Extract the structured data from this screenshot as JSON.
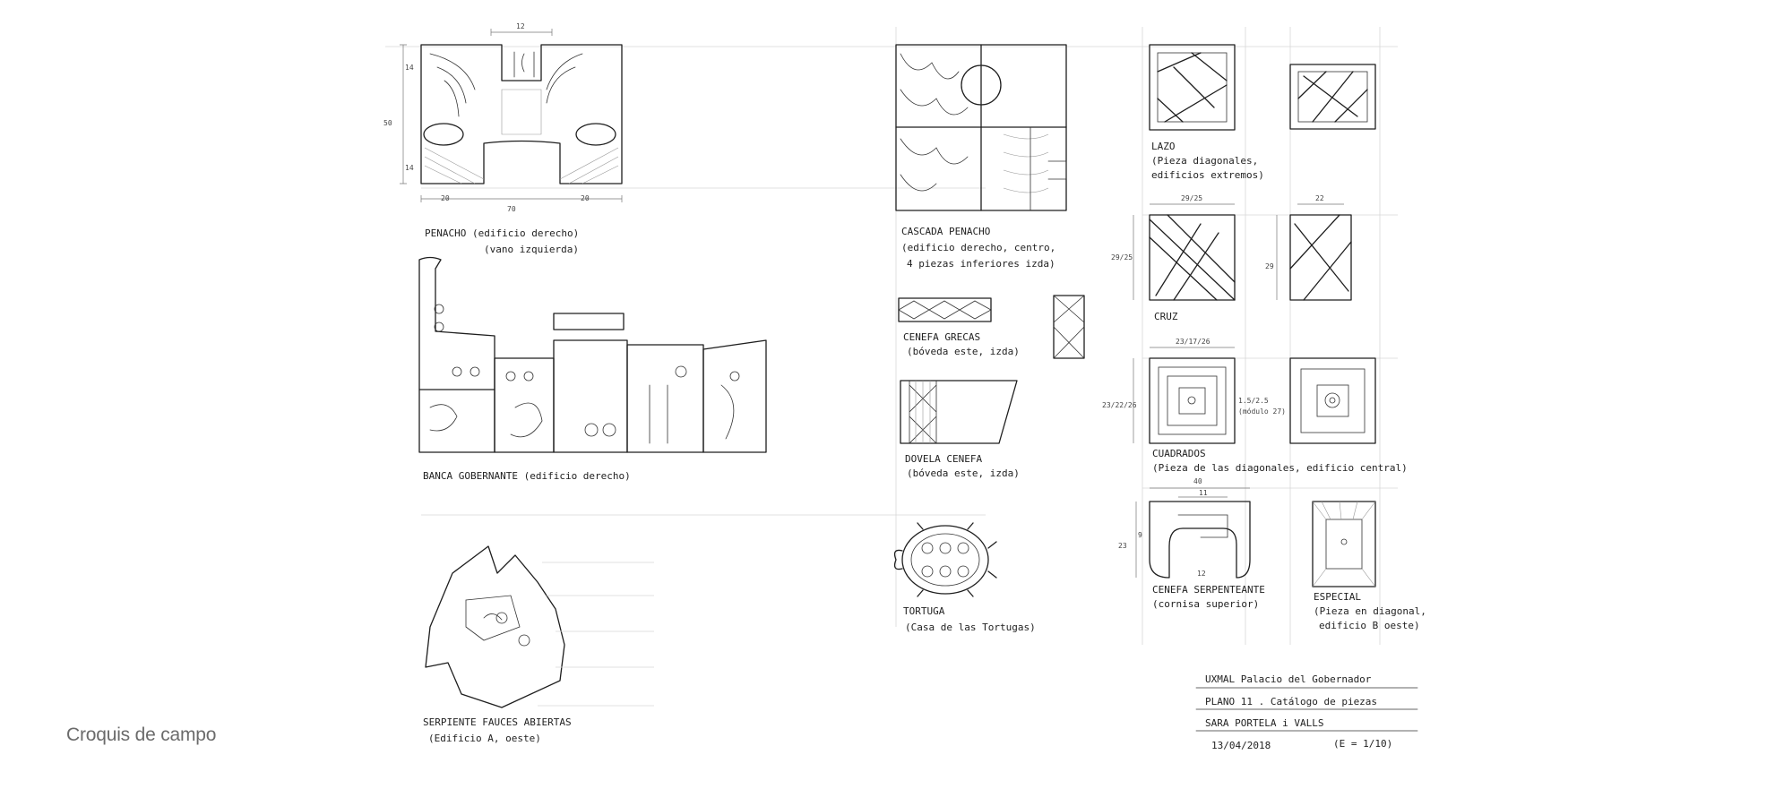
{
  "caption": "Croquis de campo",
  "labels": {
    "penacho_1": "PENACHO (edificio derecho)",
    "penacho_2": "(vano izquierda)",
    "banca_1": "BANCA GOBERNANTE (edificio derecho)",
    "serpiente_1": "SERPIENTE FAUCES ABIERTAS",
    "serpiente_2": "(Edificio A, oeste)",
    "cascada_1": "CASCADA PENACHO",
    "cascada_2": "(edificio derecho, centro,",
    "cascada_3": "4 piezas inferiores izda)",
    "grecas_1": "CENEFA GRECAS",
    "grecas_2": "(bóveda este, izda)",
    "dovela_1": "DOVELA CENEFA",
    "dovela_2": "(bóveda este, izda)",
    "tortuga_1": "TORTUGA",
    "tortuga_2": "(Casa de las Tortugas)",
    "lazo_1": "LAZO",
    "lazo_2": "(Pieza diagonales,",
    "lazo_3": "edificios extremos)",
    "cruz_1": "CRUZ",
    "cuadrados_1": "CUADRADOS",
    "cuadrados_2": "(Pieza de las diagonales, edificio central)",
    "serpenteante_1": "CENEFA SERPENTEANTE",
    "serpenteante_2": "(cornisa superior)",
    "especial_1": "ESPECIAL",
    "especial_2": "(Pieza en diagonal,",
    "especial_3": "edificio B oeste)"
  },
  "dimensions": {
    "d12": "12",
    "d14a": "14",
    "d14b": "14",
    "d50": "50",
    "d20a": "20",
    "d70": "70",
    "d20b": "20",
    "d29_25": "29/25",
    "d22": "22",
    "d29side": "29",
    "d29_25side": "29/25",
    "d23_17_26": "23/17/26",
    "d23_22_26": "23/22/26",
    "d15": "1.5/2.5",
    "d_modulo": "(módulo 27)",
    "d40": "40",
    "d11": "11",
    "d9": "9",
    "d23": "23",
    "d12b": "12"
  },
  "title_block": {
    "line1": "UXMAL Palacio del Gobernador",
    "line2": "PLANO 11 . Catálogo de piezas",
    "line3": "SARA PORTELA i VALLS",
    "date": "13/04/2018",
    "scale": "(E = 1/10)"
  }
}
